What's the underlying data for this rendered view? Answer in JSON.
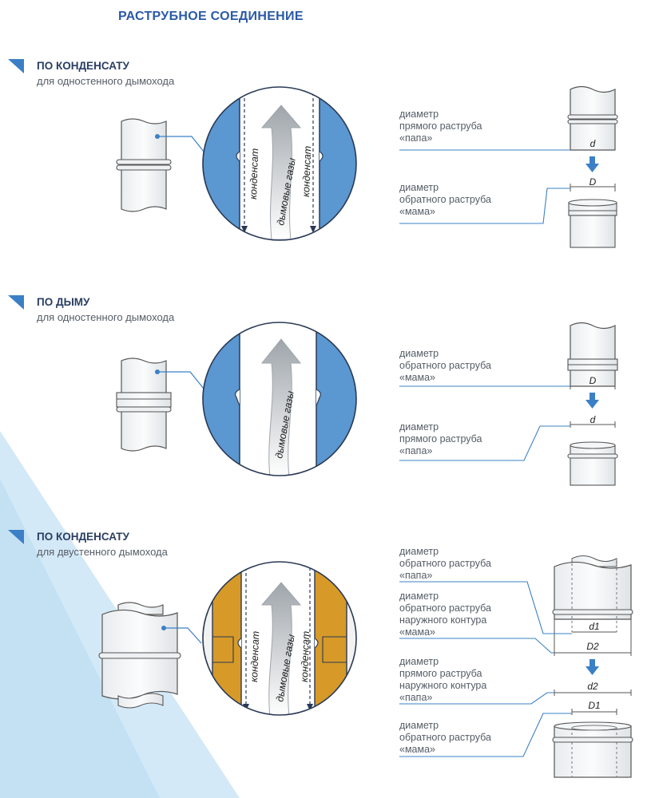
{
  "title": "РАСТРУБНОЕ СОЕДИНЕНИЕ",
  "colors": {
    "accent": "#3b80c6",
    "title": "#2a5aa8",
    "steel_blue": "#5b97d1",
    "insulation": "#d79a28",
    "background_triangle": "#cfe6f6"
  },
  "sections": [
    {
      "title": "ПО КОНДЕНСАТУ",
      "subtitle": "для одностенного дымохода",
      "flow_labels": [
        "конденсат",
        "дымовые газы",
        "конденсат"
      ],
      "labels": [
        [
          "диаметр",
          "прямого раструба",
          "«папа»"
        ],
        [
          "диаметр",
          "обратного раструба",
          "«мама»"
        ]
      ],
      "dims": [
        "d",
        "D"
      ]
    },
    {
      "title": "ПО ДЫМУ",
      "subtitle": "для одностенного дымохода",
      "flow_labels": [
        "дымовые газы"
      ],
      "labels": [
        [
          "диаметр",
          "обратного раструба",
          "«мама»"
        ],
        [
          "диаметр",
          "прямого раструба",
          "«папа»"
        ]
      ],
      "dims": [
        "D",
        "d"
      ]
    },
    {
      "title": "ПО КОНДЕНСАТУ",
      "subtitle": "для двустенного дымохода",
      "flow_labels": [
        "конденсат",
        "дымовые газы",
        "конденсат"
      ],
      "labels": [
        [
          "диаметр",
          "обратного раструба",
          "«папа»"
        ],
        [
          "диаметр",
          "обратного раструба",
          "наружного контура",
          "«мама»"
        ],
        [
          "диаметр",
          "прямого раструба",
          "наружного контура",
          "«папа»"
        ],
        [
          "диаметр",
          "обратного раструба",
          "«мама»"
        ]
      ],
      "dims": [
        "d1",
        "D2",
        "d2",
        "D1"
      ]
    }
  ]
}
